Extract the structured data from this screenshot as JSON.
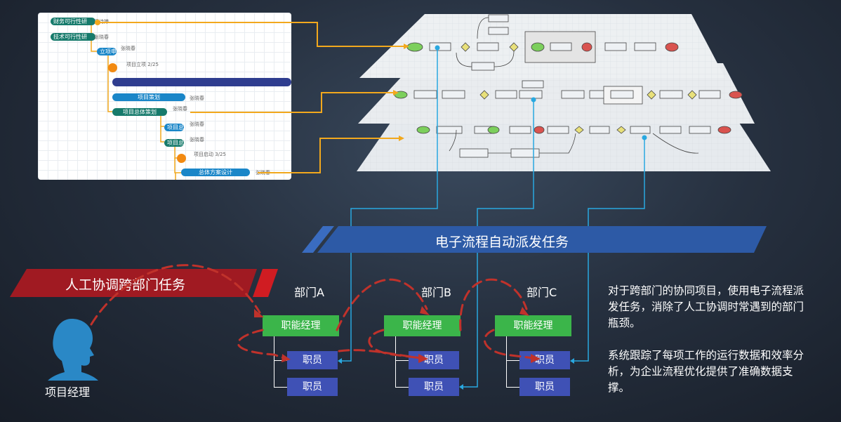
{
  "gantt": {
    "tasks": [
      {
        "label": "财务可行性研",
        "person": "王诗婷"
      },
      {
        "label": "技术可行性研",
        "person": "张晓春"
      },
      {
        "label": "立项申",
        "person": "张晓春"
      },
      {
        "milestone": "项目立项 2/25"
      },
      {
        "label": "项目策划",
        "person": "张晓春"
      },
      {
        "label": "项目总体策划",
        "person": "张晓春"
      },
      {
        "label": "项目总",
        "person": "张晓春"
      },
      {
        "label": "项目总",
        "person": "张晓春"
      },
      {
        "milestone": "项目启动 3/25"
      },
      {
        "label": "总体方案设计",
        "person": "张晓春"
      }
    ]
  },
  "banners": {
    "auto": "电子流程自动派发任务",
    "manual": "人工协调跨部门任务"
  },
  "project_manager": "项目经理",
  "departments": [
    {
      "name": "部门A",
      "manager": "职能经理",
      "staff": [
        "职员",
        "职员"
      ]
    },
    {
      "name": "部门B",
      "manager": "职能经理",
      "staff": [
        "职员",
        "职员"
      ]
    },
    {
      "name": "部门C",
      "manager": "职能经理",
      "staff": [
        "职员",
        "职员"
      ]
    }
  ],
  "description": {
    "p1": "对于跨部门的协同项目，使用电子流程派发任务，消除了人工协调时常遇到的部门瓶颈。",
    "p2": "系统跟踪了每项工作的运行数据和效率分析，为企业流程优化提供了准确数据支撑。"
  },
  "colors": {
    "orange_connector": "#f2a81d",
    "blue_connector": "#29a8e0",
    "red_dashed": "#c0322b",
    "manager_green": "#3bb54a",
    "staff_blue": "#3f51b5",
    "banner_blue": "#2d5aa6",
    "banner_red": "#a01a22"
  }
}
